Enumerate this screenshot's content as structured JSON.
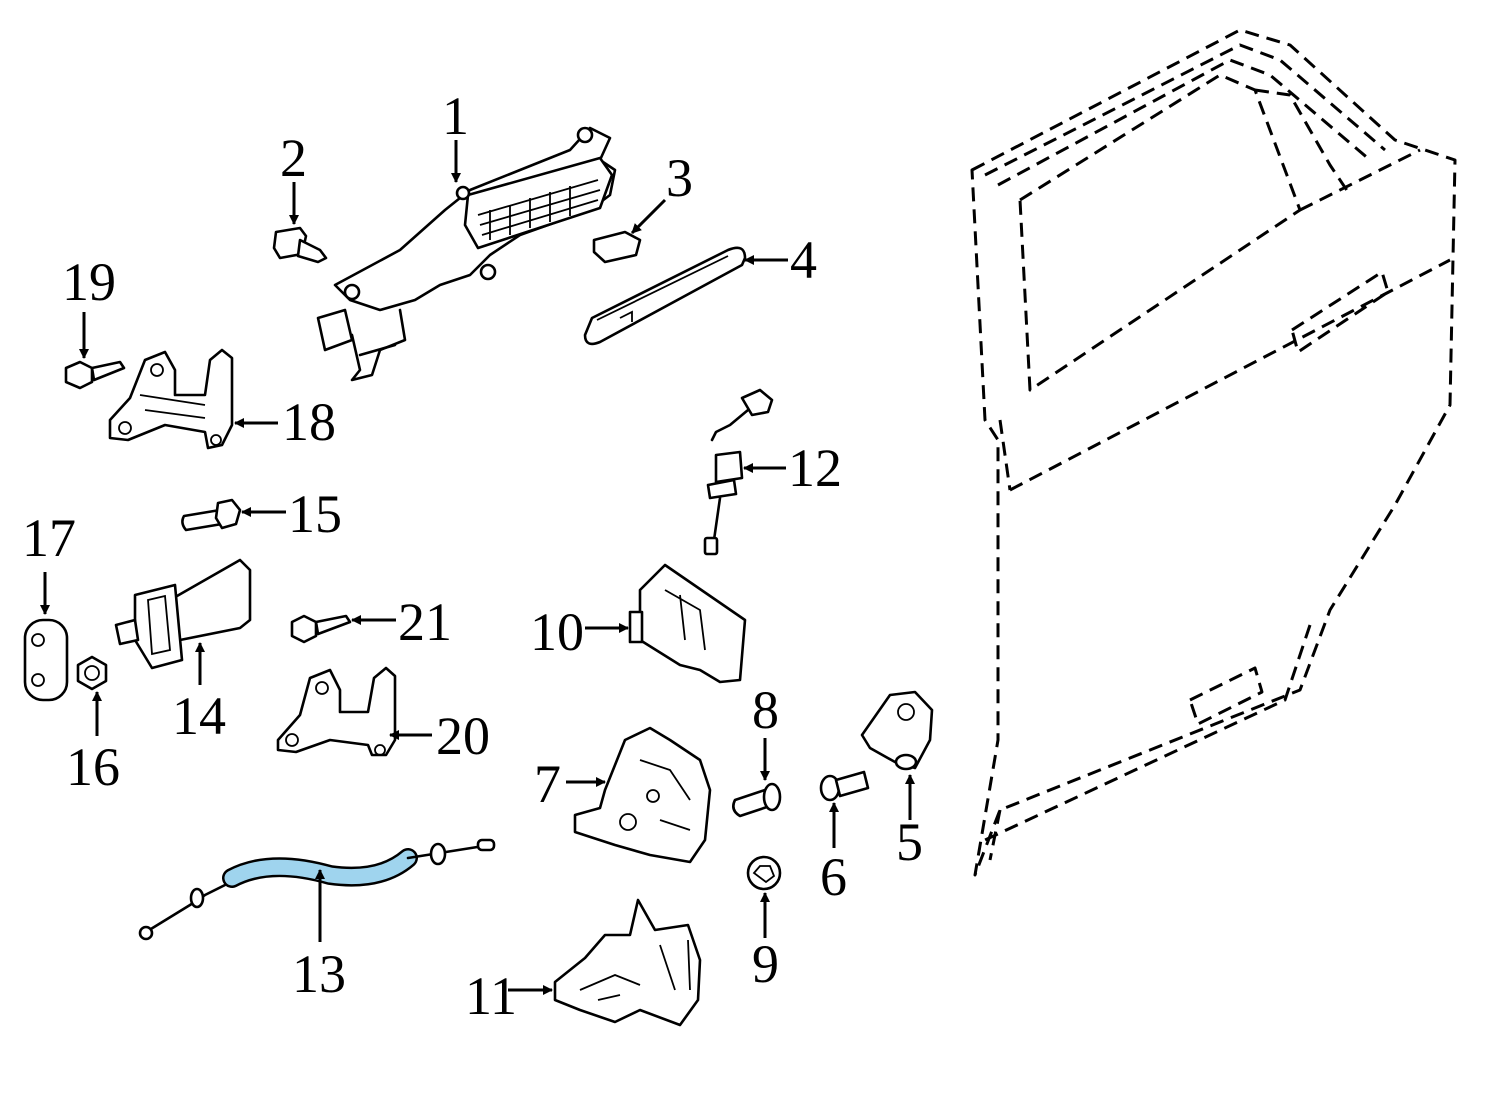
{
  "callouts": [
    "1",
    "2",
    "3",
    "4",
    "5",
    "6",
    "7",
    "8",
    "9",
    "10",
    "11",
    "12",
    "13",
    "14",
    "15",
    "16",
    "17",
    "18",
    "19",
    "20",
    "21"
  ],
  "colors": {
    "line": "#000000",
    "highlight": "#9fd4ee",
    "background": "#ffffff"
  }
}
